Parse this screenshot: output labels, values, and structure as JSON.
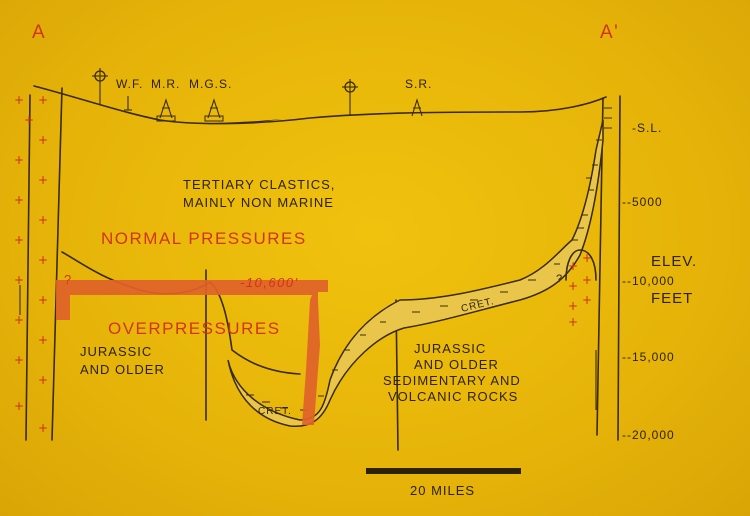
{
  "section": {
    "start_label": "A",
    "end_label": "A'"
  },
  "wells": [
    "W.F.",
    "M.R.",
    "M.G.S.",
    "S.R."
  ],
  "zones": {
    "tertiary_line1": "TERTIARY CLASTICS,",
    "tertiary_line2": "MAINLY NON MARINE",
    "normal": "NORMAL PRESSURES",
    "over": "OVERPRESSURES",
    "jurassic_left_line1": "JURASSIC",
    "jurassic_left_line2": "AND OLDER",
    "jurassic_right_line1": "JURASSIC",
    "jurassic_right_line2": "AND OLDER",
    "jurassic_right_line3": "SEDIMENTARY AND",
    "jurassic_right_line4": "VOLCANIC ROCKS",
    "cret_left": "CRET.",
    "cret_right": "CRET."
  },
  "pressure_top": "-10,600'",
  "unknown_mark": "?",
  "elevation_axis": {
    "title_line1": "ELEV.",
    "title_line2": "FEET",
    "ticks": [
      "-S.L.",
      "--5000",
      "--10,000",
      "--15,000",
      "--20,000"
    ]
  },
  "scale_bar": {
    "label": "20 MILES"
  },
  "colors": {
    "background": "#e8b80a",
    "overpressure_band": "#e0622a",
    "annotation_red": "#d2341a",
    "ink": "#3a2a08"
  }
}
